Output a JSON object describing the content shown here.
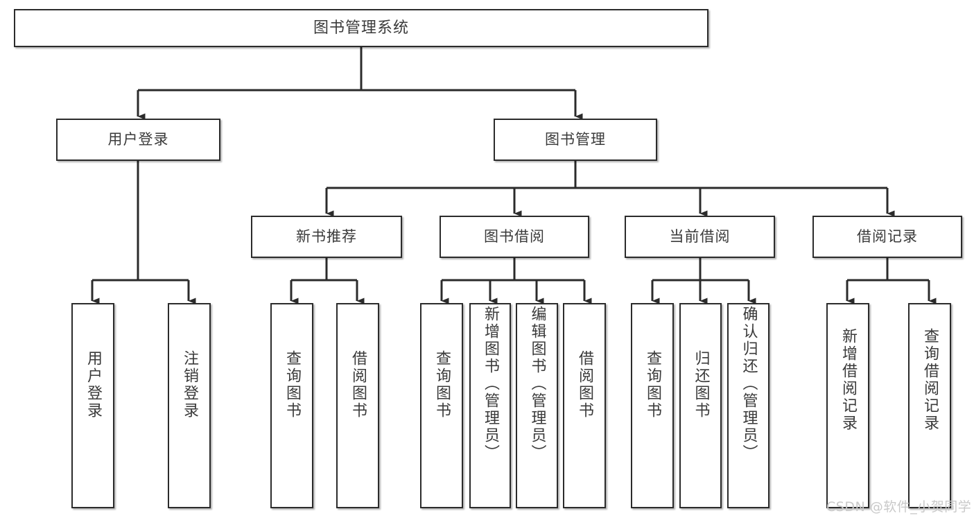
{
  "diagram": {
    "title": "图书管理系统",
    "type": "tree-hierarchy-functional-structure",
    "watermark": "CSDN @软件_小贺同学",
    "colors": {
      "border": "#2b2b2b",
      "text": "#3a3a3a",
      "background": "#ffffff",
      "watermark": "#c9c9c9"
    },
    "levels": {
      "level0": [
        {
          "id": "root",
          "label": "图书管理系统"
        }
      ],
      "level1": [
        {
          "id": "user-login",
          "label": "用户登录"
        },
        {
          "id": "book-manage",
          "label": "图书管理"
        }
      ],
      "level2": [
        {
          "id": "new-book-rec",
          "label": "新书推荐"
        },
        {
          "id": "book-borrow",
          "label": "图书借阅"
        },
        {
          "id": "current-borrow",
          "label": "当前借阅"
        },
        {
          "id": "borrow-record",
          "label": "借阅记录"
        }
      ],
      "level3": [
        {
          "id": "leaf-user-login",
          "label": "用户登录"
        },
        {
          "id": "leaf-logout-login",
          "label": "注销登录"
        },
        {
          "id": "leaf-query-book-1",
          "label": "查询图书"
        },
        {
          "id": "leaf-borrow-book-1",
          "label": "借阅图书"
        },
        {
          "id": "leaf-query-book-2",
          "label": "查询图书"
        },
        {
          "id": "leaf-add-book",
          "label": "新增图书（管理员）"
        },
        {
          "id": "leaf-edit-book",
          "label": "编辑图书（管理员）"
        },
        {
          "id": "leaf-borrow-book-2",
          "label": "借阅图书"
        },
        {
          "id": "leaf-query-book-3",
          "label": "查询图书"
        },
        {
          "id": "leaf-return-book",
          "label": "归还图书"
        },
        {
          "id": "leaf-confirm-return",
          "label": "确认归还（管理员）"
        },
        {
          "id": "leaf-add-record",
          "label": "新增借阅记录"
        },
        {
          "id": "leaf-query-record",
          "label": "查询借阅记录"
        }
      ]
    }
  }
}
